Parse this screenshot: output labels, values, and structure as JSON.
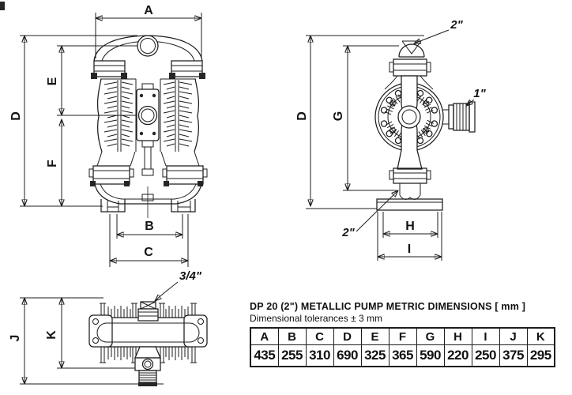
{
  "labels": {
    "front": {
      "a": "A",
      "b": "B",
      "c": "C",
      "d": "D",
      "e": "E",
      "f": "F"
    },
    "side": {
      "d": "D",
      "g": "G",
      "h": "H",
      "i": "I",
      "port_top": "2\"",
      "port_air": "1\"",
      "port_bottom": "2\""
    },
    "bottom": {
      "j": "J",
      "k": "K",
      "port_exhaust": "3/4\""
    }
  },
  "table": {
    "title": "DP 20 (2\") METALLIC PUMP METRIC DIMENSIONS [ mm ]",
    "subtitle": "Dimensional tolerances ± 3 mm",
    "columns": [
      "A",
      "B",
      "C",
      "D",
      "E",
      "F",
      "G",
      "H",
      "I",
      "J",
      "K"
    ],
    "values_mm": [
      "435",
      "255",
      "310",
      "690",
      "325",
      "365",
      "590",
      "220",
      "250",
      "375",
      "295"
    ]
  }
}
